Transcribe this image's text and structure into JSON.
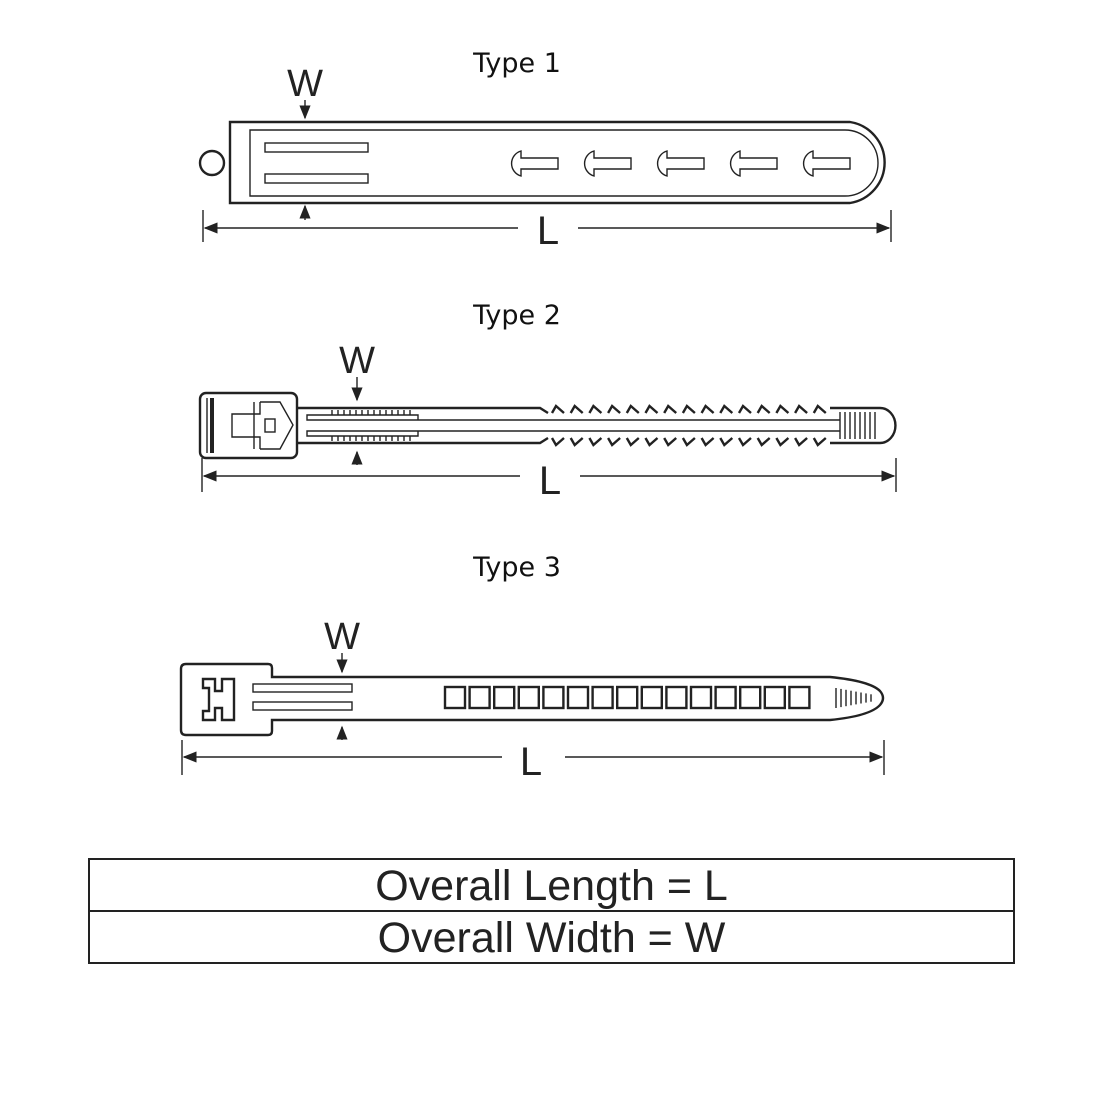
{
  "types": [
    {
      "title": "Type 1",
      "width_label": "W",
      "length_label": "L"
    },
    {
      "title": "Type 2",
      "width_label": "W",
      "length_label": "L"
    },
    {
      "title": "Type 3",
      "width_label": "W",
      "length_label": "L"
    }
  ],
  "legend": {
    "length": "Overall Length = L",
    "width": "Overall Width = W"
  }
}
